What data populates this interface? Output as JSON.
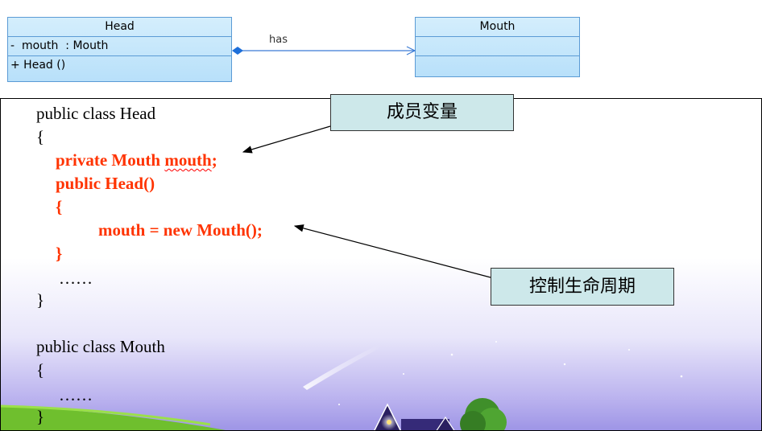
{
  "uml": {
    "head": {
      "name": "Head",
      "attribute": "-  mouth  : Mouth",
      "operation": "+ Head ()"
    },
    "mouth": {
      "name": "Mouth",
      "attribute": "",
      "operation": ""
    },
    "association_label": "has"
  },
  "code": {
    "lines": [
      "public class Head",
      "{",
      "private Mouth ",
      "mouth",
      ";",
      "public Head()",
      "{",
      "mouth = new Mouth();",
      "}",
      "……",
      "}",
      "public class Mouth",
      "{",
      "……",
      "}"
    ]
  },
  "callouts": {
    "member_variable": "成员变量",
    "lifecycle": "控制生命周期"
  },
  "colors": {
    "uml_border": "#5b9bd5",
    "code_highlight": "#ff3300",
    "callout_fill": "#cde8ea"
  }
}
